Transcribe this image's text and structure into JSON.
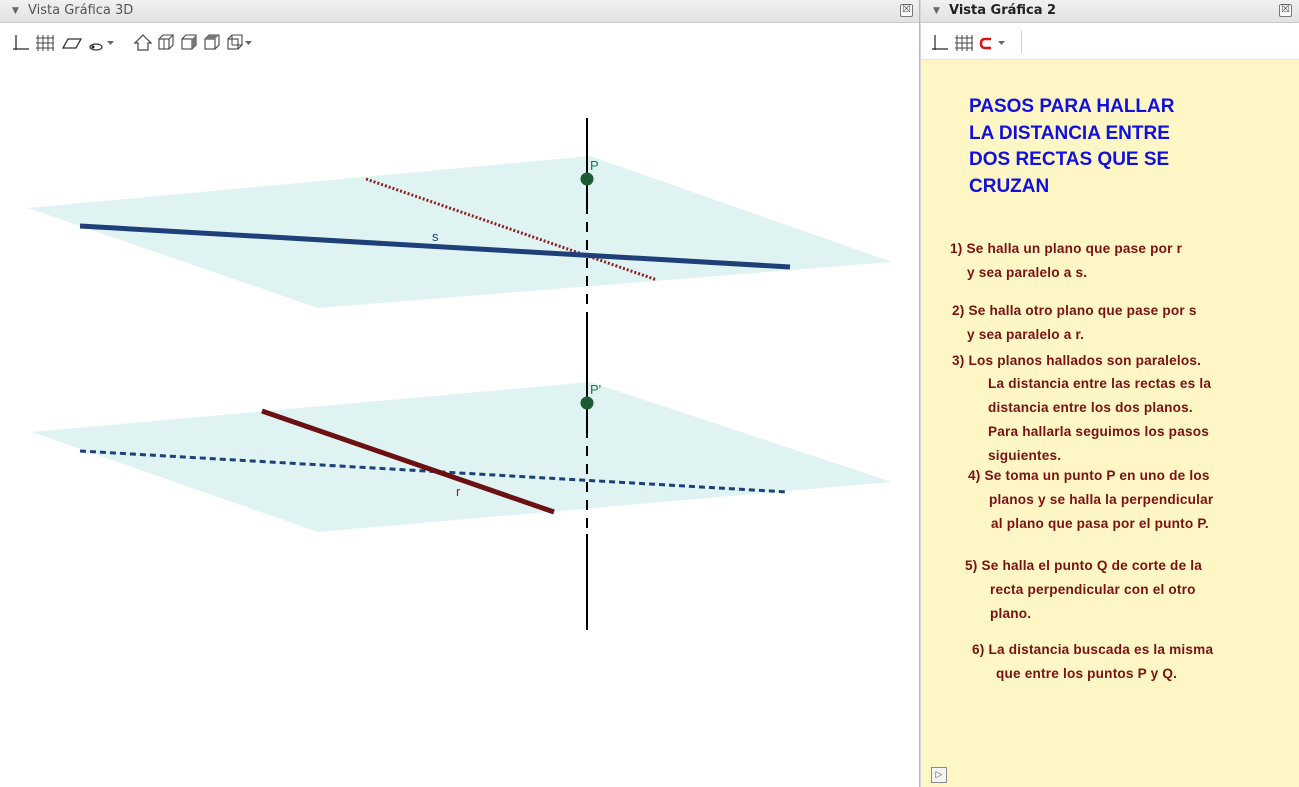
{
  "left_view": {
    "title": "Vista Gráfica 3D",
    "close_glyph": "☒",
    "toolbar_icons": [
      "axes-icon",
      "grid-icon",
      "plane-icon",
      "point-capture-icon",
      "dropdown-icon",
      "home-view-icon",
      "view-front-icon",
      "view-side-icon",
      "view-top-icon",
      "view-projection-icon",
      "dropdown-icon"
    ],
    "labels": {
      "point_p": "P",
      "point_p_prime": "P'",
      "line_s": "s",
      "line_r": "r"
    }
  },
  "right_view": {
    "title": "Vista Gráfica 2",
    "close_glyph": "☒",
    "toolbar_icons": [
      "axes-icon",
      "grid-icon",
      "point-capture-icon",
      "dropdown-icon"
    ],
    "heading_lines": [
      "PASOS PARA HALLAR",
      "LA DISTANCIA ENTRE",
      "DOS RECTAS QUE SE",
      "CRUZAN"
    ],
    "steps": [
      "1) Se halla un plano que pase por r",
      "y sea paralelo a s.",
      "2) Se halla otro plano que pase por s",
      "y sea paralelo a r.",
      "3) Los planos hallados son paralelos.",
      "La distancia entre las rectas es la",
      "distancia entre los dos planos.",
      "Para hallarla seguimos los pasos",
      "siguientes.",
      "4) Se toma un punto P en uno de los",
      "planos y se halla la perpendicular",
      "al plano que pasa por el punto P.",
      "5) Se halla el punto Q de corte de la",
      "recta perpendicular con el otro",
      "plano.",
      "6) La distancia buscada es la misma",
      "que entre los puntos P y Q."
    ],
    "play_glyph": "▷"
  },
  "colors": {
    "plane_fill": "#dff3f3",
    "line_s": "#1e3f78",
    "line_r": "#6b1111",
    "point": "#1e5a32",
    "heading": "#1111dd",
    "steps": "#7a1212",
    "side_bg": "#fff6c5"
  }
}
